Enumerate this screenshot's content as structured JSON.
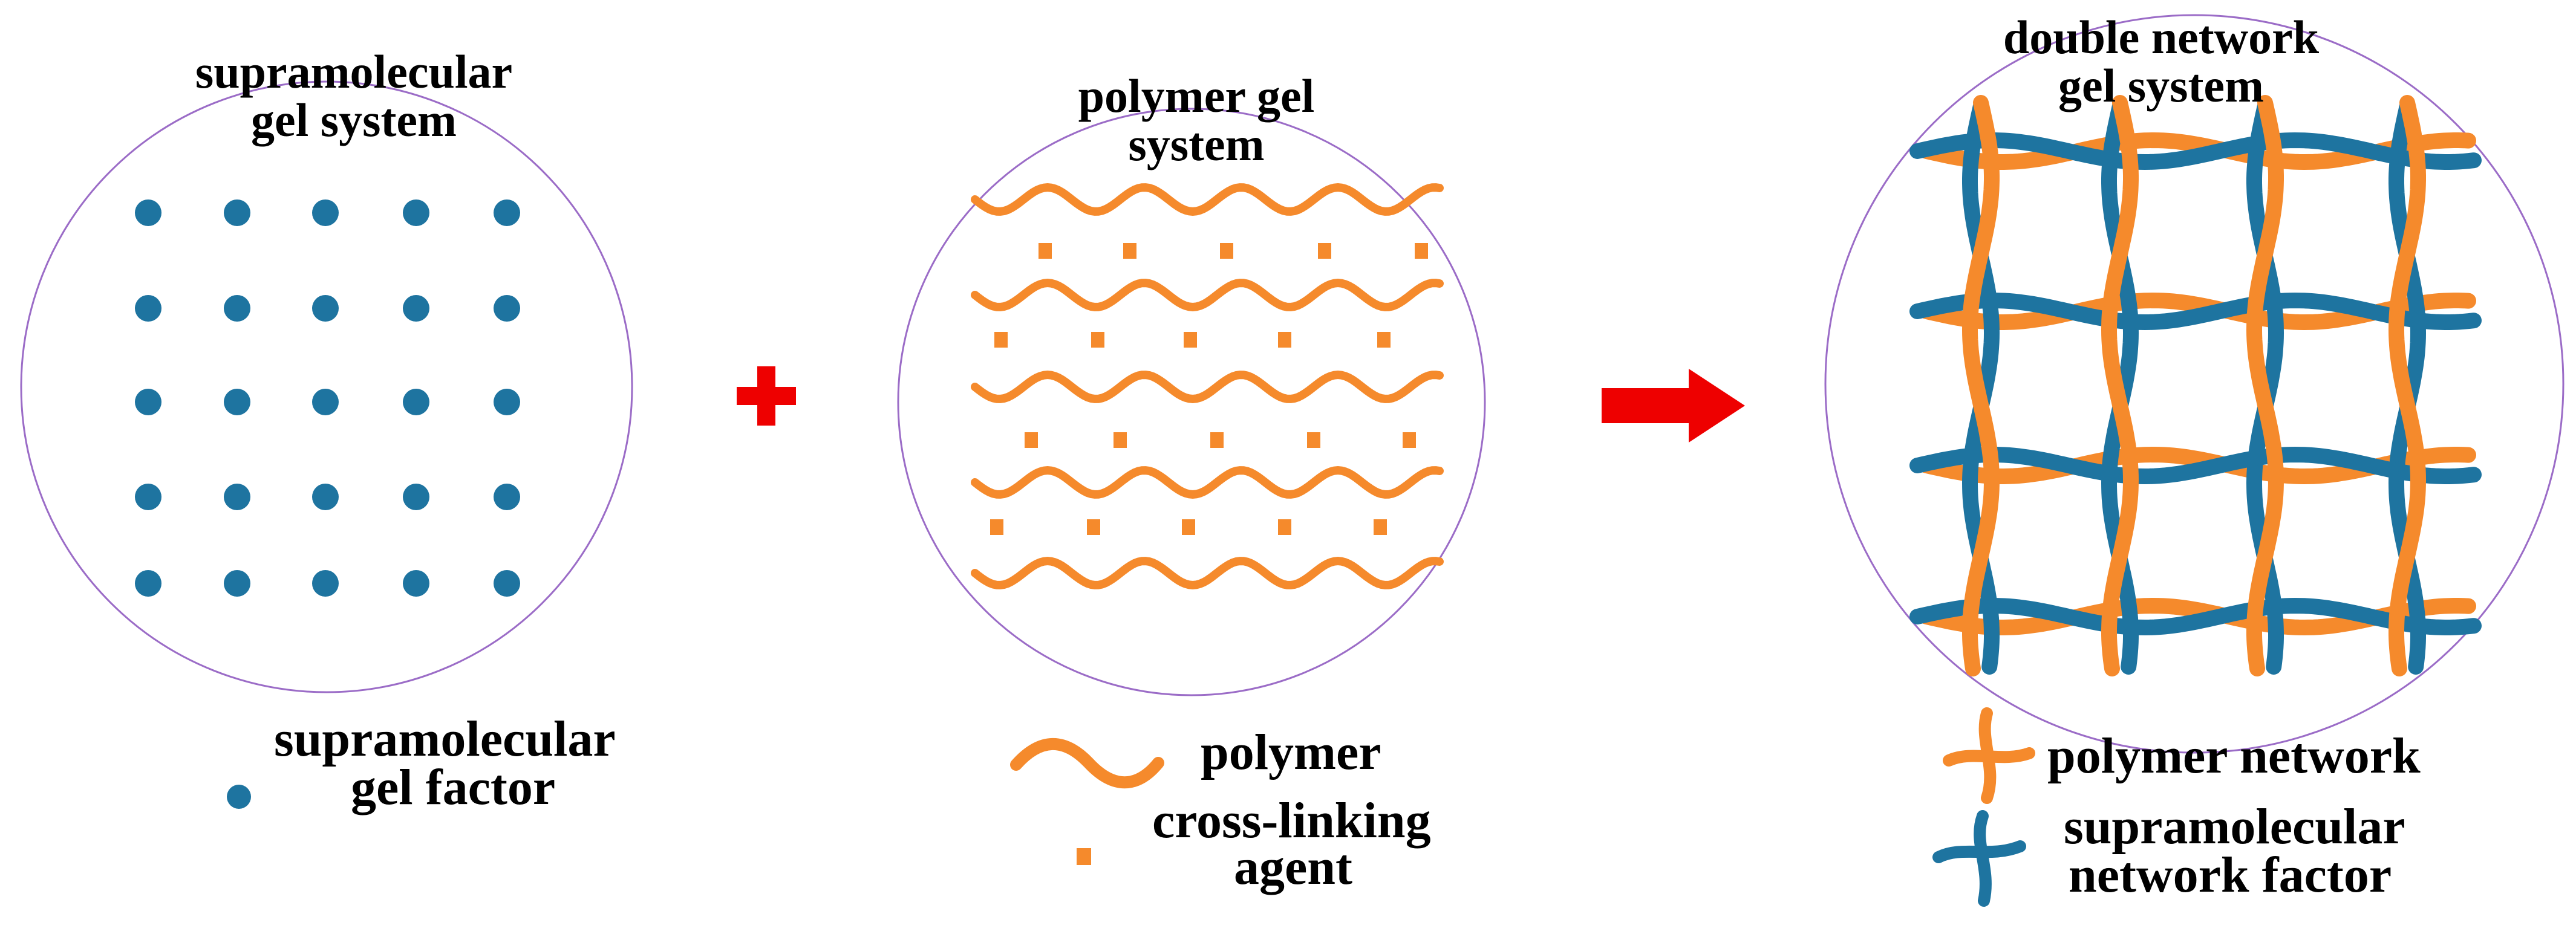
{
  "colors": {
    "gelator": "#1e74a0",
    "polymer": "#f58a2c",
    "circle_outline": "#9b6cc7",
    "operator": "#ee0000",
    "text": "#000000"
  },
  "panels": {
    "supramolecular": {
      "title_line1": "supramolecular",
      "title_line2": "gel system",
      "legend_line1": "supramolecular",
      "legend_line2": "gel factor",
      "legend_icon": "blue-dot-icon"
    },
    "polymer": {
      "title_line1": "polymer gel",
      "title_line2": "system",
      "legend_polymer": "polymer",
      "legend_crosslinker_line1": "cross-linking",
      "legend_crosslinker_line2": "agent",
      "legend_icons": [
        "orange-wave-icon",
        "orange-square-icon"
      ]
    },
    "double_network": {
      "title_line1": "double network",
      "title_line2": "gel system",
      "legend_polymer_network": "polymer network",
      "legend_supra_line1": "supramolecular",
      "legend_supra_line2": "network factor",
      "legend_icons": [
        "orange-cross-icon",
        "blue-cross-icon"
      ]
    }
  },
  "operators": {
    "plus": "plus-icon",
    "arrow": "right-arrow-icon"
  }
}
